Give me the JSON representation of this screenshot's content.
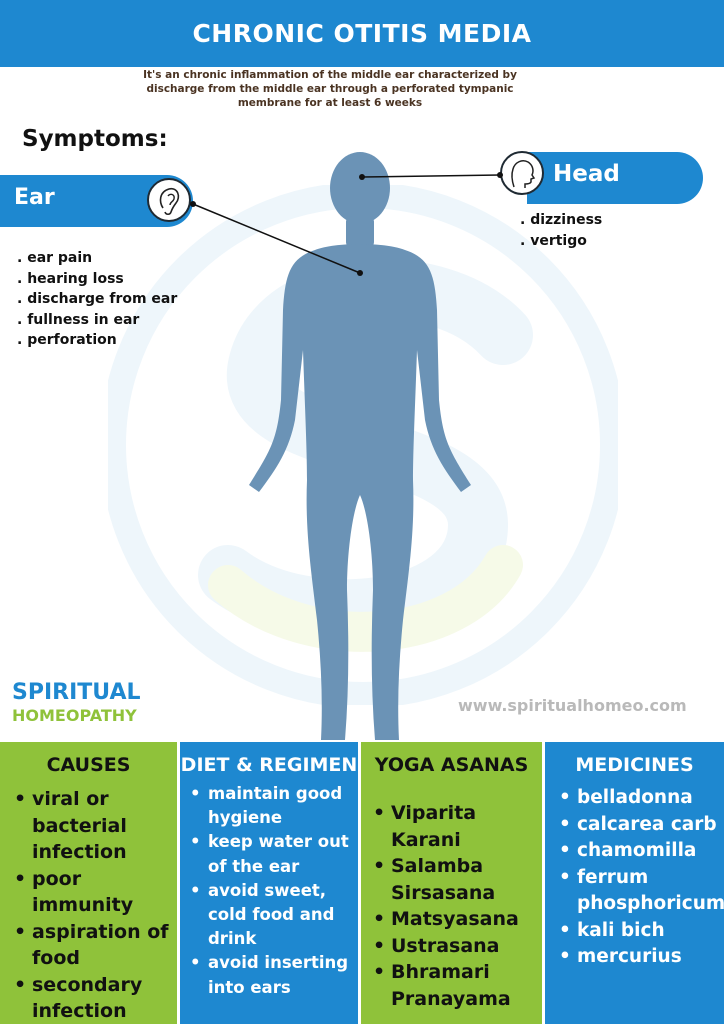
{
  "header": {
    "title": "CHRONIC OTITIS MEDIA"
  },
  "intro": "It's an chronic inflammation of the middle ear characterized by discharge from the middle ear through a perforated tympanic membrane for at least 6 weeks",
  "symptoms": {
    "heading": "Symptoms:",
    "ear": {
      "label": "Ear",
      "icon": "ear-icon",
      "items": [
        ". ear pain",
        ". hearing loss",
        ". discharge from ear",
        ". fullness in ear",
        ". perforation"
      ]
    },
    "head": {
      "label": "Head",
      "icon": "head-icon",
      "items": [
        ". dizziness",
        ". vertigo"
      ]
    }
  },
  "brand": {
    "line1": "SPIRITUAL",
    "line2": "HOMEOPATHY"
  },
  "website": "www.spiritualhomeo.com",
  "colors": {
    "blue": "#1e88d0",
    "green": "#8fc23a",
    "figure": "#6b93b6"
  },
  "columns": {
    "causes": {
      "title": "CAUSES",
      "items": [
        "viral or bacterial infection",
        "poor immunity",
        "aspiration of food",
        "secondary infection"
      ]
    },
    "diet": {
      "title": "DIET & REGIMEN",
      "items": [
        "maintain good hygiene",
        "keep water out of the ear",
        "avoid sweet, cold food and drink",
        "avoid inserting into ears"
      ]
    },
    "yoga": {
      "title": "YOGA ASANAS",
      "items": [
        "Viparita Karani",
        "Salamba Sirsasana",
        "Matsyasana",
        "Ustrasana",
        "Bhramari Pranayama"
      ]
    },
    "medicines": {
      "title": "MEDICINES",
      "items": [
        "belladonna",
        "calcarea carb",
        "chamomilla",
        "ferrum phosphoricum",
        "kali bich",
        "mercurius"
      ]
    }
  }
}
